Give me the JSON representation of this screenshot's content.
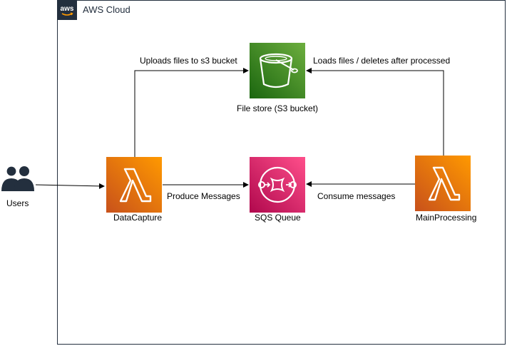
{
  "cloud": {
    "title": "AWS Cloud",
    "logo_text": "aws"
  },
  "nodes": {
    "users": {
      "label": "Users"
    },
    "data_capture": {
      "label": "DataCapture"
    },
    "s3": {
      "label": "File store (S3 bucket)"
    },
    "sqs": {
      "label": "SQS Queue"
    },
    "main_processing": {
      "label": "MainProcessing"
    }
  },
  "edges": {
    "upload": {
      "label": "Uploads files to s3 bucket"
    },
    "load_delete": {
      "label": "Loads files / deletes after processed"
    },
    "produce": {
      "label": "Produce Messages"
    },
    "consume": {
      "label": "Consume messages"
    }
  },
  "colors": {
    "lambda_top": "#f58534",
    "lambda_bottom": "#d45b07",
    "s3_top": "#60a337",
    "s3_bottom": "#277116",
    "sqs_top": "#ff4f8b",
    "sqs_bottom": "#bc1356",
    "cloud_border": "#232f3e",
    "users": "#232f3e"
  }
}
